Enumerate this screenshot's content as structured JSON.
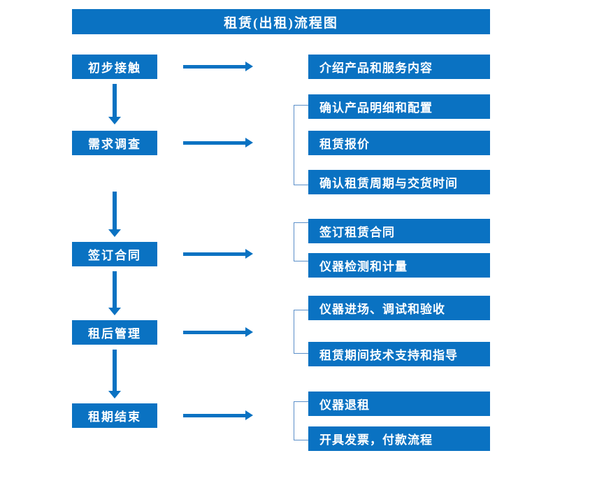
{
  "diagram": {
    "title": "租赁(出租)流程图",
    "accent_color": "#0A72C2",
    "bracket_color": "#5B8FC9",
    "text_color": "#FFFFFF",
    "background_color": "#FFFFFF"
  },
  "stages": [
    {
      "label": "初步接触"
    },
    {
      "label": "需求调查"
    },
    {
      "label": "签订合同"
    },
    {
      "label": "租后管理"
    },
    {
      "label": "租期结束"
    }
  ],
  "details": [
    {
      "label": "介绍产品和服务内容"
    },
    {
      "label": "确认产品明细和配置"
    },
    {
      "label": "租赁报价"
    },
    {
      "label": "确认租赁周期与交货时间"
    },
    {
      "label": "签订租赁合同"
    },
    {
      "label": "仪器检测和计量"
    },
    {
      "label": "仪器进场、调试和验收"
    },
    {
      "label": "租赁期间技术支持和指导"
    },
    {
      "label": "仪器退租"
    },
    {
      "label": "开具发票，付款流程"
    }
  ],
  "chart_data": {
    "type": "diagram",
    "title": "租赁(出租)流程图",
    "flow": [
      {
        "stage": "初步接触",
        "details": [
          "介绍产品和服务内容"
        ]
      },
      {
        "stage": "需求调查",
        "details": [
          "确认产品明细和配置",
          "租赁报价",
          "确认租赁周期与交货时间"
        ]
      },
      {
        "stage": "签订合同",
        "details": [
          "签订租赁合同",
          "仪器检测和计量"
        ]
      },
      {
        "stage": "租后管理",
        "details": [
          "仪器进场、调试和验收",
          "租赁期间技术支持和指导"
        ]
      },
      {
        "stage": "租期结束",
        "details": [
          "仪器退租",
          "开具发票，付款流程"
        ]
      }
    ]
  }
}
